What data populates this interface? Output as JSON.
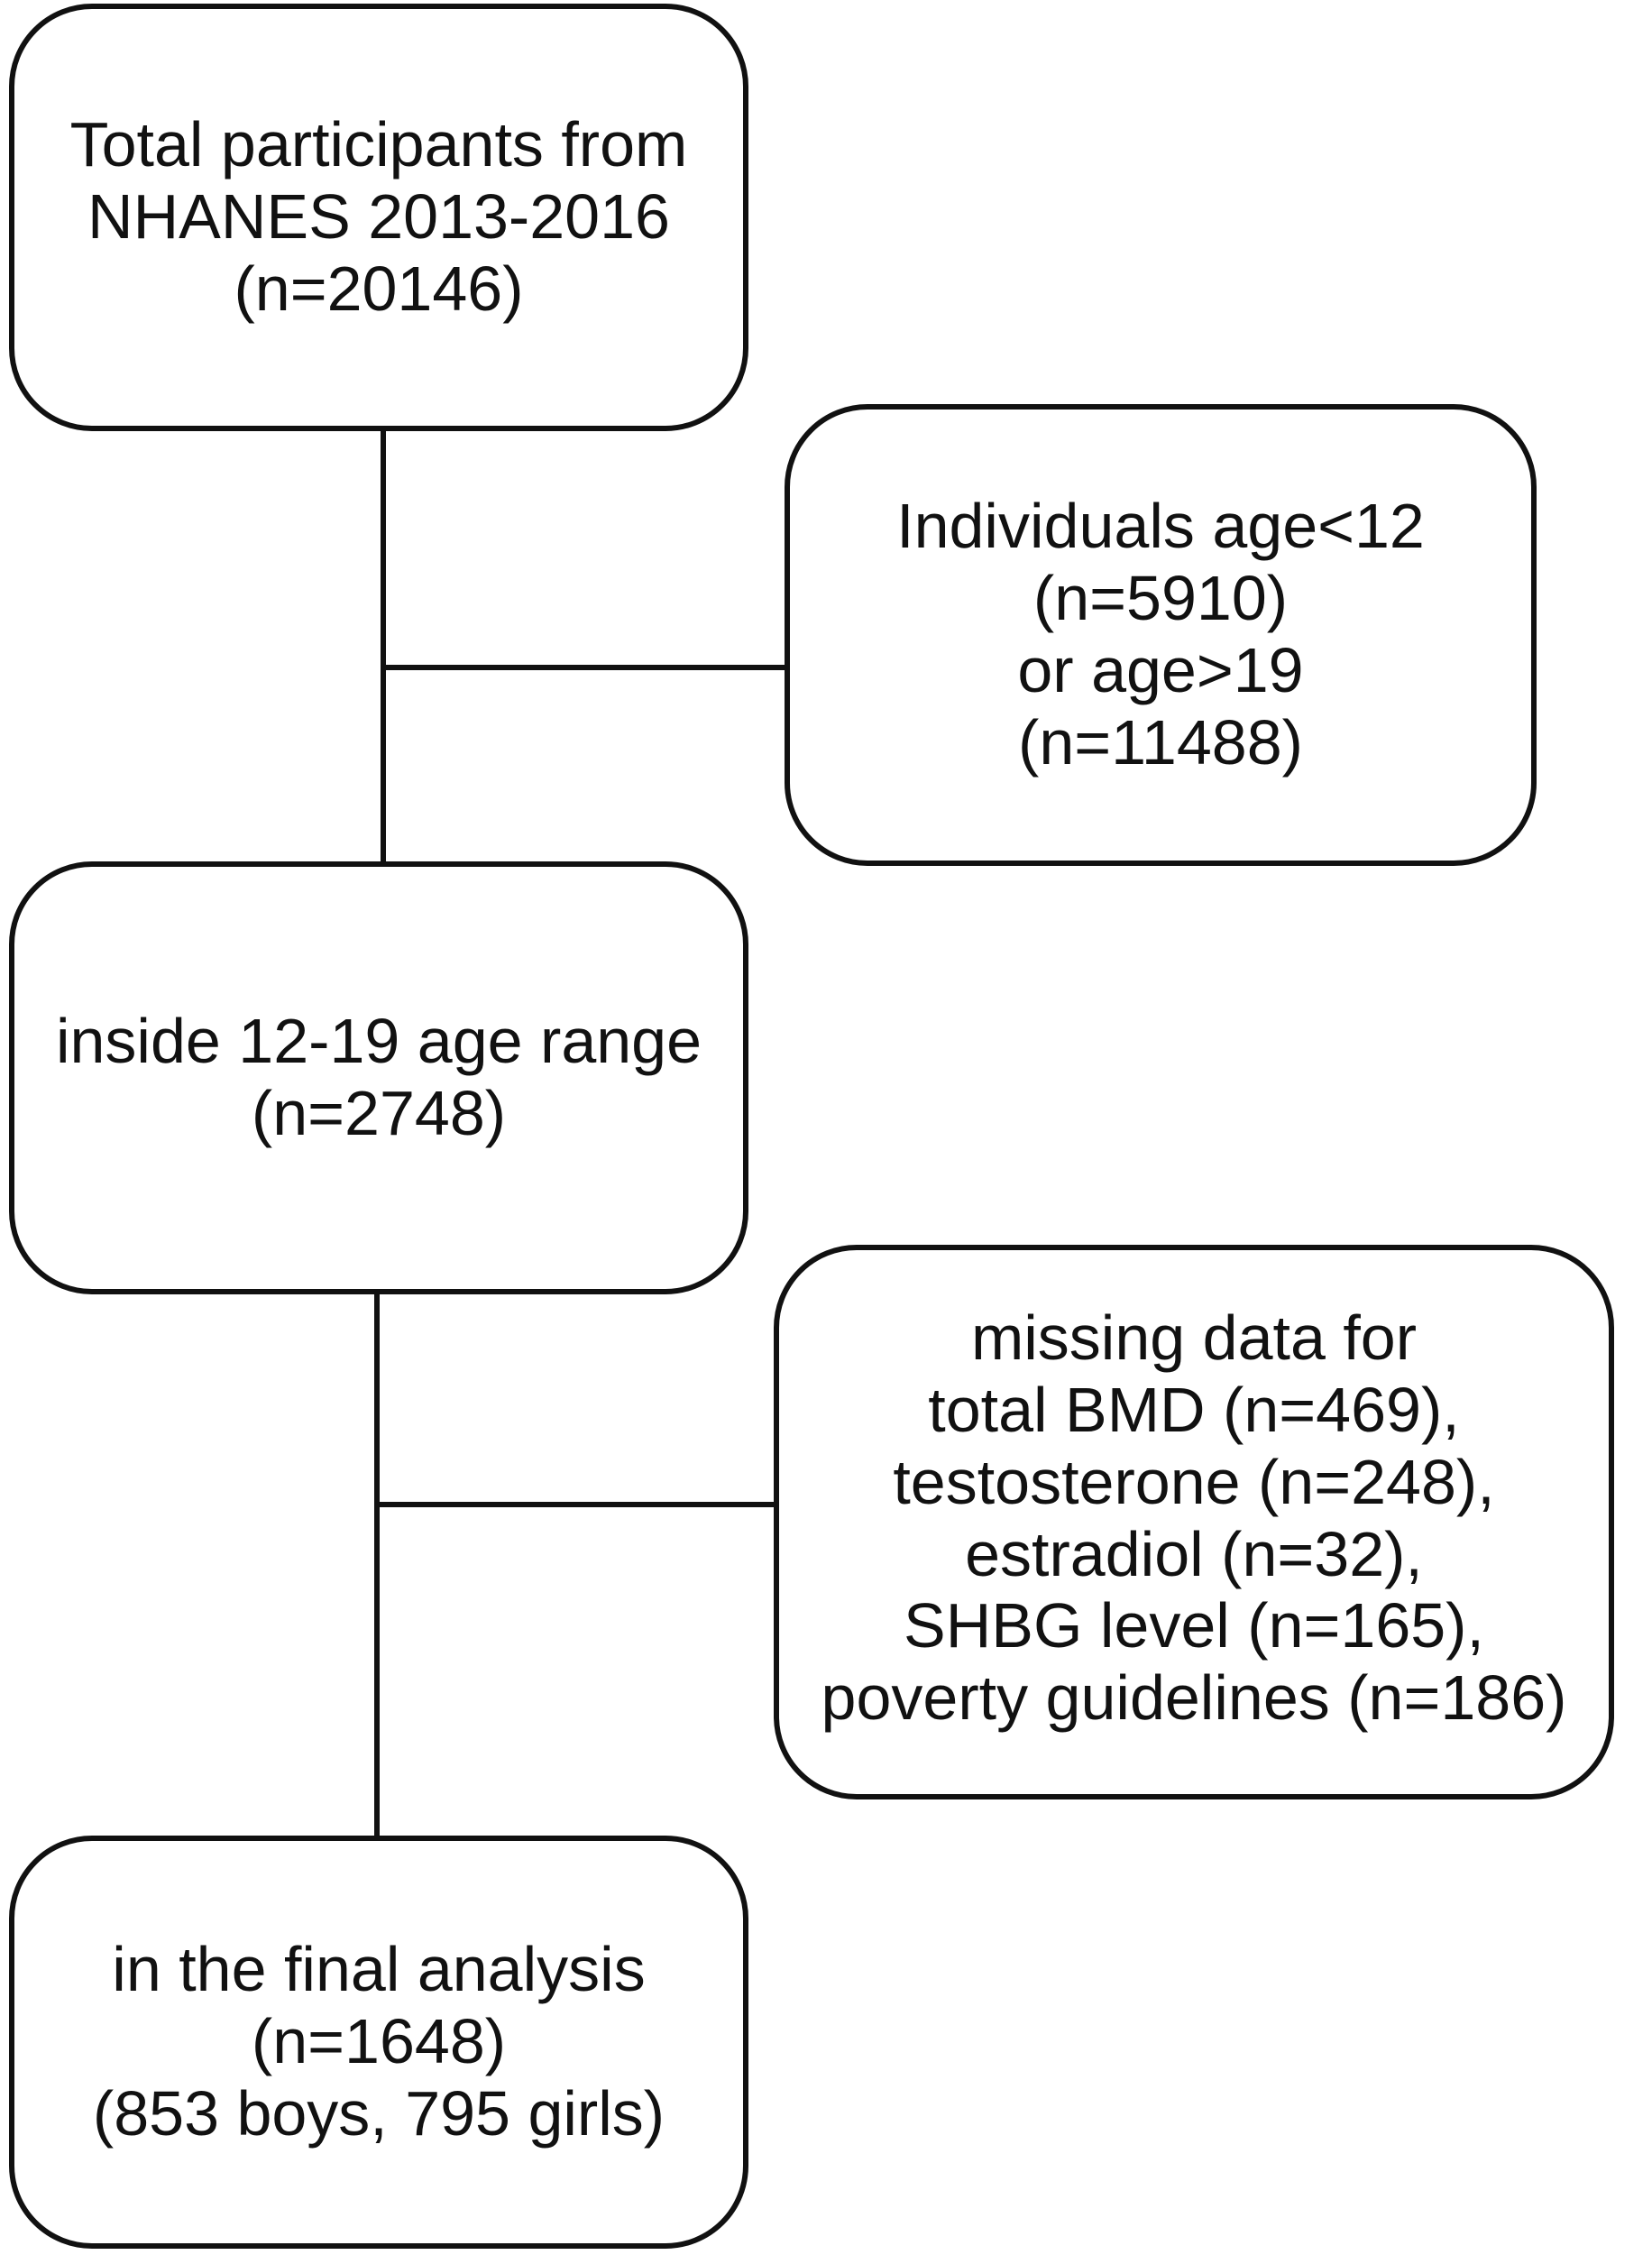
{
  "boxes": {
    "total": {
      "lines": [
        "Total participants from",
        "NHANES 2013-2016",
        "(n=20146)"
      ]
    },
    "excluded_age": {
      "lines": [
        "Individuals age<12",
        "(n=5910)",
        "or age>19",
        "(n=11488)"
      ]
    },
    "inside_range": {
      "lines": [
        "inside 12-19 age range",
        "(n=2748)"
      ]
    },
    "missing_data": {
      "lines": [
        "missing data for",
        "total BMD (n=469),",
        "testosterone (n=248),",
        "estradiol (n=32),",
        "SHBG level (n=165),",
        "poverty guidelines (n=186)"
      ]
    },
    "final": {
      "lines": [
        "in the final analysis",
        "(n=1648)",
        "(853 boys, 795 girls)"
      ]
    }
  },
  "colors": {
    "stroke": "#111111",
    "background": "#ffffff"
  }
}
